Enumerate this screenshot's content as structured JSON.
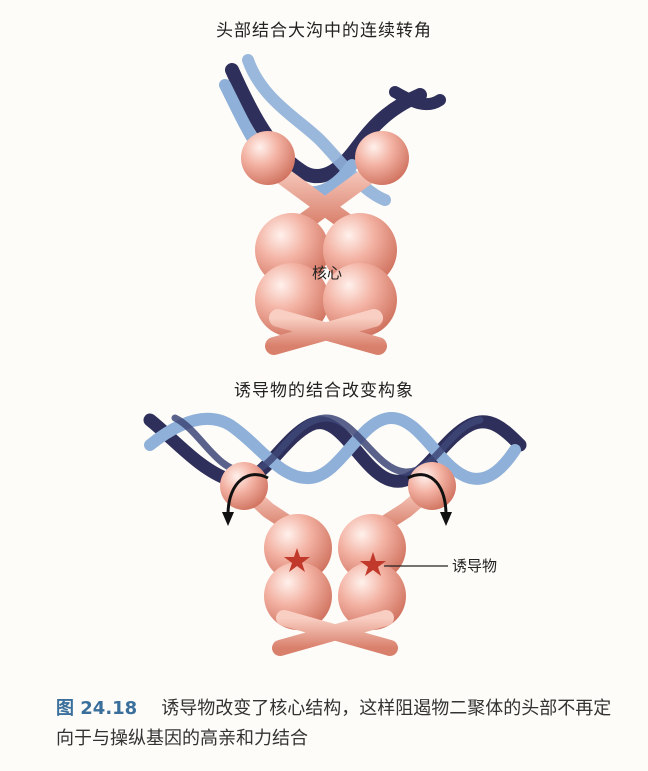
{
  "figure": {
    "top_caption": "头部结合大沟中的连续转角",
    "mid_caption": "诱导物的结合改变构象",
    "core_label": "核心",
    "inducer_label": "诱导物",
    "caption_number": "图 24.18",
    "caption_text": "诱导物改变了核心结构，这样阻遏物二聚体的头部不再定向于与操纵基因的高亲和力结合"
  },
  "colors": {
    "sphere": "#f0a898",
    "sphere_dark": "#d9786a",
    "dna_light": "#8fb0d8",
    "dna_dark": "#2e2f5a",
    "star": "#c0392b",
    "caption_accent": "#3a6f9c"
  }
}
